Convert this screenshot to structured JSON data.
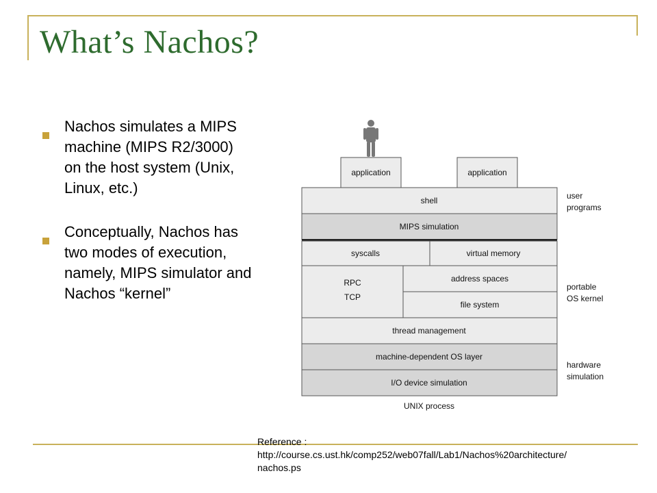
{
  "slide": {
    "title": "What’s Nachos?",
    "bullets": [
      "Nachos simulates a MIPS machine (MIPS R2/3000) on the host system (Unix, Linux, etc.)",
      "Conceptually, Nachos has two modes of execution, namely, MIPS simulator and Nachos “kernel”"
    ],
    "reference": {
      "label": "Reference :",
      "url_line1": "http://course.cs.ust.hk/comp252/web07fall/Lab1/Nachos%20architecture/",
      "url_line2": "nachos.ps"
    }
  },
  "diagram": {
    "applications": [
      "application",
      "application"
    ],
    "layers": {
      "shell": "shell",
      "mips_simulation": "MIPS simulation",
      "syscalls": "syscalls",
      "virtual_memory": "virtual memory",
      "rpc": "RPC",
      "tcp": "TCP",
      "address_spaces": "address spaces",
      "file_system": "file system",
      "thread_management": "thread management",
      "machine_dependent": "machine-dependent OS layer",
      "io_device": "I/O device simulation"
    },
    "caption": "UNIX process",
    "side_labels": {
      "user_programs": [
        "user",
        "programs"
      ],
      "portable_os_kernel": [
        "portable",
        "OS kernel"
      ],
      "hardware_simulation": [
        "hardware",
        "simulation"
      ]
    },
    "colors": {
      "light_fill": "#ececec",
      "dark_fill": "#d6d6d6",
      "border": "#555555",
      "title_green": "#2e6b2e",
      "accent_gold": "#c8b15a"
    },
    "icons": [
      "person-icon"
    ]
  }
}
